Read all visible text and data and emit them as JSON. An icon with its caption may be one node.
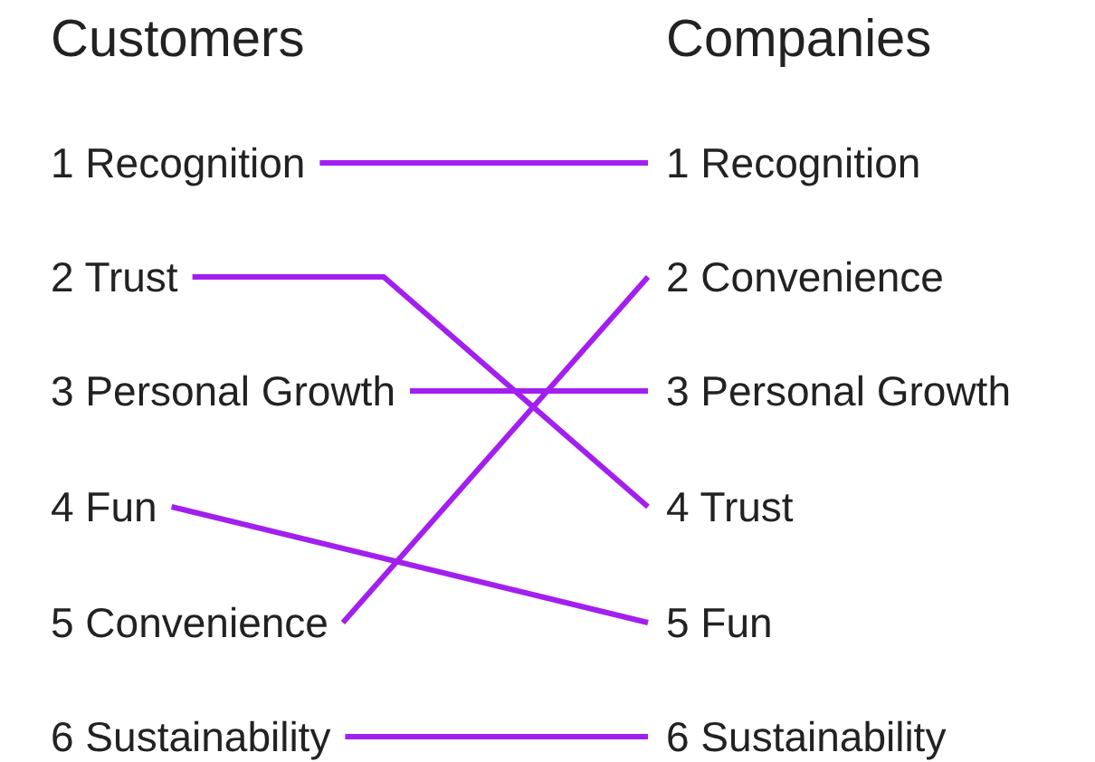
{
  "diagram": {
    "nodes": [
      {
        "text": [
          "1 Recognition"
        ]
      },
      {
        "text": [
          "2 Trust"
        ]
      },
      {
        "text": [
          "3 Personal Growth"
        ]
      },
      {
        "text": [
          "4 Fun"
        ]
      },
      {
        "text": [
          "5 Convenience"
        ]
      },
      {
        "text": [
          "6 Sustainability"
        ]
      },
      {
        "text": [
          "1 Recognition"
        ]
      },
      {
        "text": [
          "2 Convenience"
        ]
      },
      {
        "text": [
          "3 Personal Growth"
        ]
      },
      {
        "text": [
          "4 Trust"
        ]
      },
      {
        "text": [
          "5 Fun"
        ]
      },
      {
        "text": [
          "6 Sustainability"
        ]
      }
    ],
    "edges": [
      {
        "from": 0,
        "to": 6,
        "arrow": "none"
      },
      {
        "from": 1,
        "to": 9,
        "arrow": "none"
      },
      {
        "from": 2,
        "to": 8,
        "arrow": "none"
      },
      {
        "from": 3,
        "to": 10,
        "arrow": "none"
      },
      {
        "from": 4,
        "to": 7,
        "arrow": "none"
      },
      {
        "from": 5,
        "to": 11,
        "arrow": "none"
      }
    ],
    "labels": [
      "Customers",
      "Companies"
    ]
  }
}
